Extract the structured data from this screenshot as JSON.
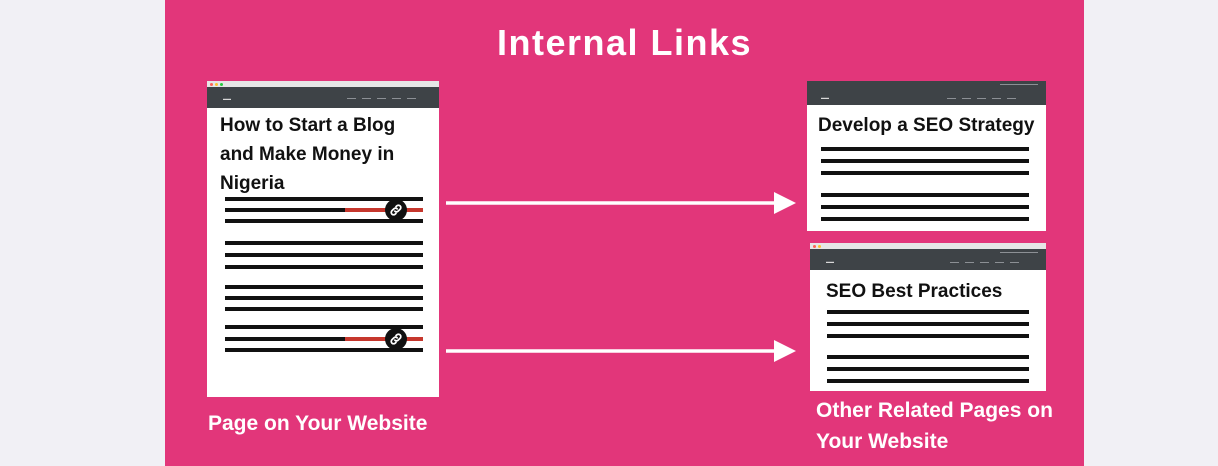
{
  "diagram": {
    "title": "Internal Links",
    "source_page": {
      "heading": "How to Start a  Blog and Make Money in Nigeria",
      "caption": "Page on Your Website"
    },
    "target_pages": [
      {
        "heading": "Develop a SEO Strategy"
      },
      {
        "heading": "SEO Best Practices"
      }
    ],
    "targets_caption": "Other Related Pages on Your Website",
    "colors": {
      "background": "#e2367a",
      "link_highlight": "#c6372d",
      "text_on_background": "#ffffff"
    },
    "icons": {
      "link": "chain-link-icon",
      "connector": "right-arrow"
    }
  }
}
